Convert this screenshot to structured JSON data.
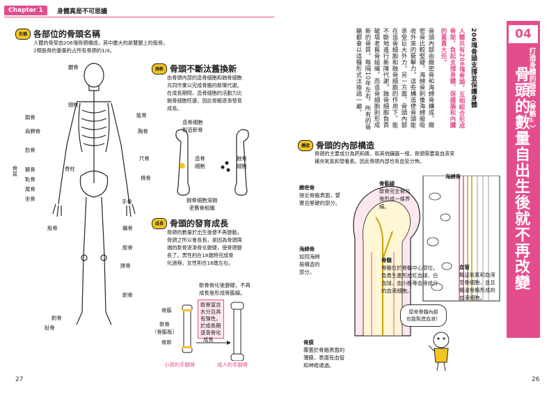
{
  "header": {
    "chapter_tab": "Chapter 1",
    "chapter_title": "身體真是不可思議"
  },
  "left_page": {
    "page_number": "27",
    "section1": {
      "badge": "名稱",
      "title": "各部位的骨頭名稱",
      "body": [
        "人體的骨架由206塊骨頭構成，其中最大的是雙腿上的股骨。",
        "2根股骨的重量約占所有骨頭的1/4。"
      ]
    },
    "skeleton_labels": {
      "skull": "顱骨",
      "neck": "頸椎",
      "clavicle": "鎖骨",
      "scapula": "肩胛骨",
      "rib": "肋骨",
      "humerus": "肱骨",
      "sternum": "胸骨",
      "ulna": "尺骨",
      "radius": "橈骨",
      "spine": "脊柱",
      "pelvis": "骨盆",
      "ilium": "髂骨",
      "pubis": "恥骨",
      "sacrum": "尾骨",
      "ischium": "坐骨",
      "hand": "手骨",
      "femur": "股骨",
      "patella": "髕骨",
      "tibia": "脛骨",
      "fibula": "腓骨",
      "tarsal": "跗骨",
      "foot": "趾骨"
    },
    "section2": {
      "badge": "換新",
      "title": "骨頭不斷汰舊換新",
      "body": [
        "由骨頭內部的造骨細胞和蝕骨細胞",
        "共同作業以完成骨骼的新陳代謝。",
        "在成長期間，造骨細胞的活動力比",
        "蝕骨細胞旺盛，因此骨骼逐漸發育",
        "成長。"
      ],
      "diagram": {
        "top_note": [
          "造骨細胞",
          "製造新骨"
        ],
        "left": [
          "造骨",
          "細胞"
        ],
        "right": [
          "蝕骨",
          "細胞"
        ],
        "bottom": [
          "蝕骨細胞溶蝕",
          "老舊骨組織"
        ]
      }
    },
    "section3": {
      "badge": "成長",
      "title": "骨頭的發育成長",
      "body": [
        "骨頭的數量於出生後便不再變動。",
        "骨頭之所以會長長，是因為骨頭兩",
        "端的軟骨逐漸骨化變硬，使骨頭變",
        "長了。男性約在18歲時完成骨",
        "化過程，女性則在16歲左右。"
      ],
      "note_top": [
        "軟骨骨化後變硬，不再",
        "成長後形成骨骺線。"
      ],
      "callout": [
        "軟骨富含",
        "水分且具",
        "有彈性。",
        "於成長期",
        "逐漸骨化"
      ],
      "label_epiphysis": "骨骺",
      "label_cartilage": [
        "軟骨",
        "（骨骺板）"
      ],
      "label_shaft": "骨幹",
      "label_growth": "成長",
      "caption_child": "小孩的手腳骨",
      "caption_adult": "成人的手腳骨"
    }
  },
  "right_page": {
    "page_number": "26",
    "number": "04",
    "subtitle": "打造身體的器官〈骨骼①〉",
    "big_title": "骨頭的數量自出生後就不再改變",
    "col_head": "206塊骨頭支撐並保護身體",
    "intro_pink": "人體共有206塊骨頭，互相組合形成骨架，負起支撐身體、保護腦和內臟的重責大任。",
    "intro_cols": "骨頭內部由緻密骨和海綿骨構成，緻密骨比較堅硬，海綿骨則像海綿般吸收外來的衝擊力。這些構造使骨頭能承受巨大外力。另一方面，骨頭內部在造骨細胞和蝕骨細胞的作用下，能不斷地進行新陳代謝。蝕骨細胞負責破壞老舊骨組織，而造骨細胞則形成新的骨質。每隔10年左右，所有的骨骼都會以這種形式汰換過一遍。",
    "intro_pink2": "能不斷地進行新陳代謝",
    "section": {
      "badge": "構造",
      "title": "骨頭的內部構造",
      "body": [
        "骨頭的主要成分為鈣和磷。和其他臟器一樣，骨頭需要靠血液來",
        "補充氧氣和營養素。因此骨頭內部也有血管分佈。"
      ]
    },
    "labels": {
      "cancellous_bone": "海綿骨",
      "epiphyseal_line": {
        "name": "骨骺線",
        "desc": [
          "軟骨完全骨化",
          "後形成一條界",
          "線。"
        ]
      },
      "compact_bone": {
        "name": "緻密骨",
        "desc": [
          "接近骨骼表面，緊",
          "實且堅硬的部分。"
        ]
      },
      "spongy_bone": {
        "name": "海綿骨",
        "desc": [
          "如同海綿",
          "般構造的",
          "部分。"
        ]
      },
      "marrow": {
        "name": "骨髓",
        "desc": [
          "骨骼位於骨骼中心部位，",
          "負責生產形成紅血球、白",
          "血球、血小板等血液成分",
          "的血液細胞。"
        ]
      },
      "vessel": {
        "name": "血管",
        "desc": [
          "輸送氧氣和血液",
          "至骨細胞，並且",
          "搬運骨骼形成的",
          "血液細胞。"
        ]
      },
      "periosteum": {
        "name": "骨膜",
        "desc": [
          "覆蓋於骨骼表面的",
          "薄膜，表面有血管",
          "和神經通過。"
        ]
      }
    },
    "speech_bubble": [
      "原來骨髓內部",
      "也能製造血液！"
    ]
  }
}
